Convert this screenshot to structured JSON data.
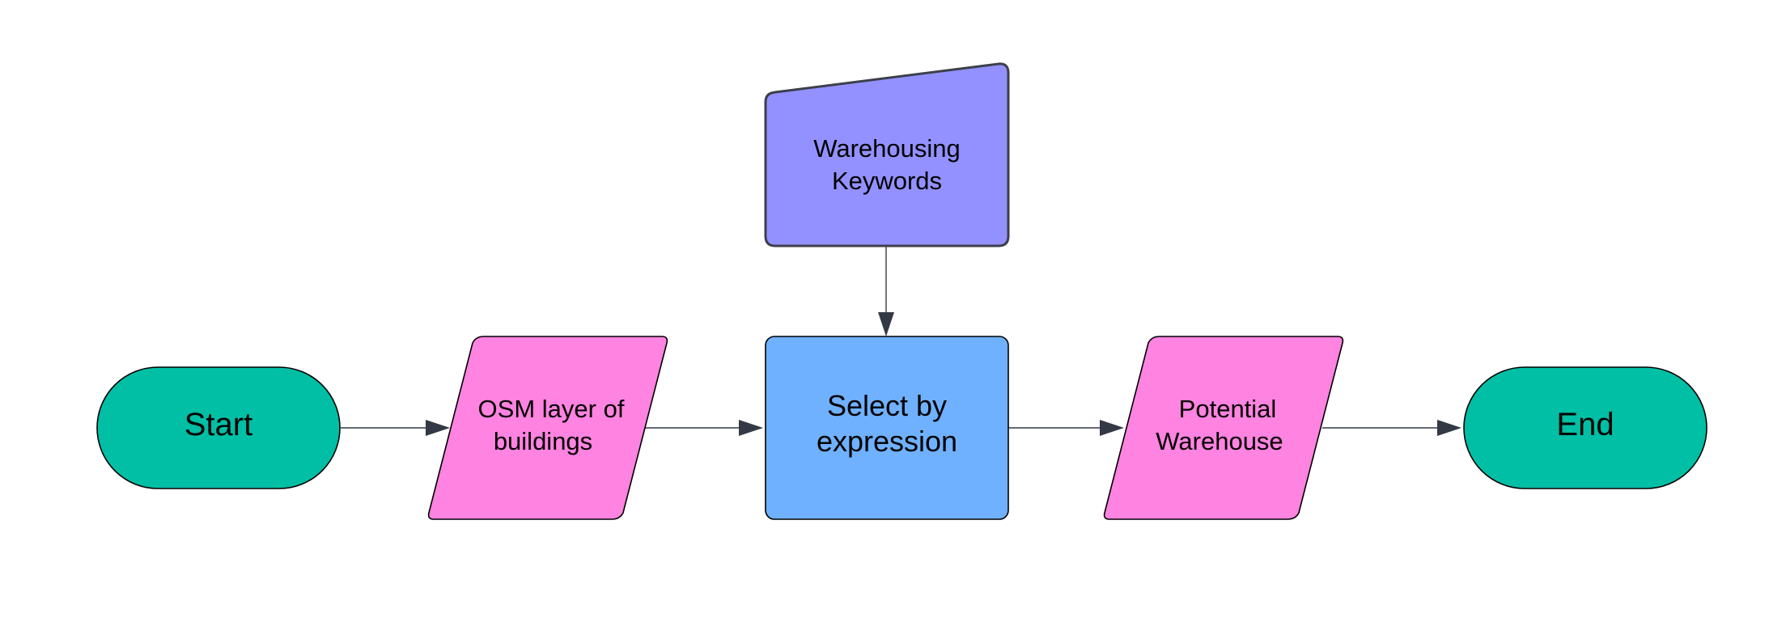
{
  "colors": {
    "terminal": "#00bfa5",
    "io": "#ff83e0",
    "process": "#6fb1ff",
    "manual_input": "#9391ff",
    "stroke": "#000000",
    "manual_input_stroke": "#3d3f4a",
    "edge": "#333a45"
  },
  "nodes": {
    "start": {
      "line1": "Start"
    },
    "osm_layer": {
      "line1": "OSM layer of",
      "line2": "buildings"
    },
    "keywords": {
      "line1": "Warehousing",
      "line2": "Keywords"
    },
    "select": {
      "line1": "Select by",
      "line2": "expression"
    },
    "potential": {
      "line1": "Potential",
      "line2": "Warehouse"
    },
    "end": {
      "line1": "End"
    }
  }
}
